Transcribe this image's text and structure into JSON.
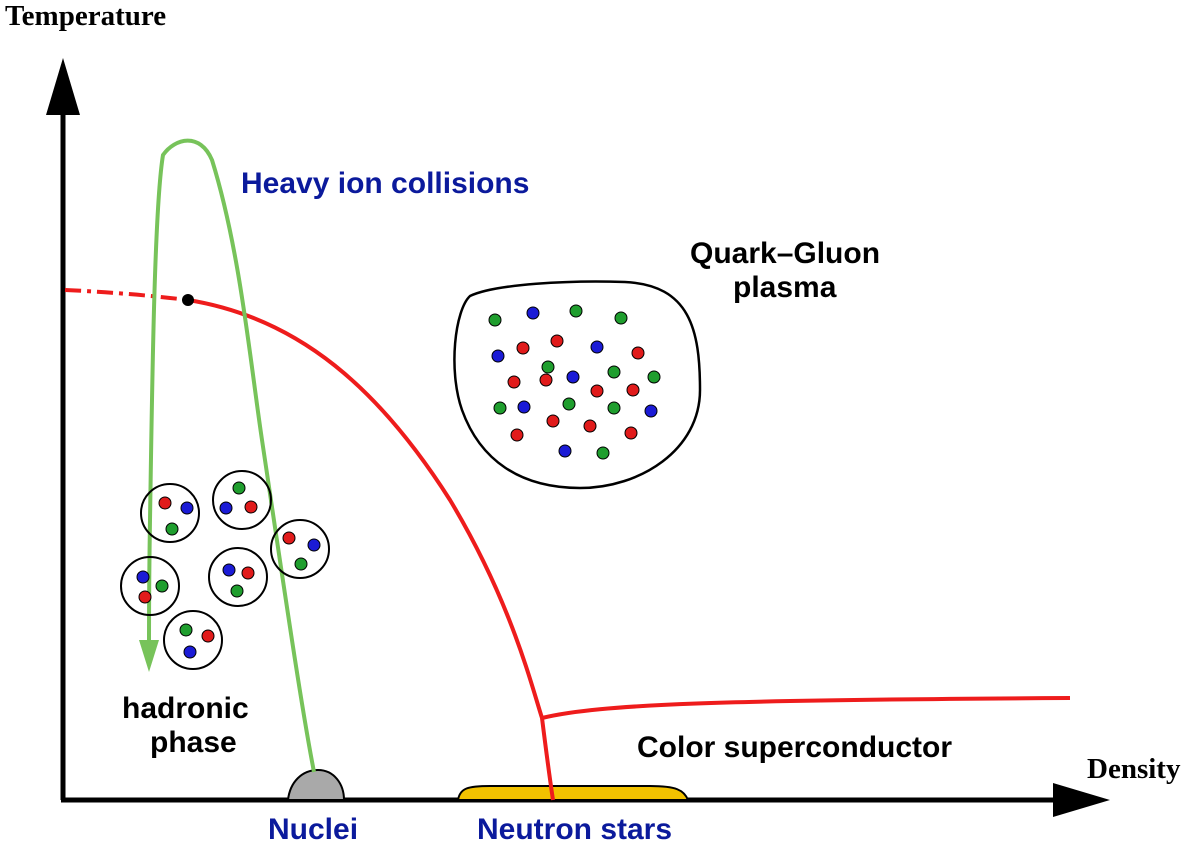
{
  "axes": {
    "y_label": "Temperature",
    "x_label": "Density"
  },
  "labels": {
    "heavy_ion": "Heavy ion collisions",
    "qgp_line1": "Quark–Gluon",
    "qgp_line2": "plasma",
    "hadronic_line1": "hadronic",
    "hadronic_line2": "phase",
    "color_sc": "Color superconductor",
    "nuclei": "Nuclei",
    "neutron_stars": "Neutron stars"
  },
  "colors": {
    "axis": "#000000",
    "phase_boundary": "#ee1c1c",
    "collision_path": "#77c35a",
    "label_blue": "#0b1a9c",
    "label_black": "#000000",
    "nuclei_fill": "#a9a9a9",
    "neutron_fill": "#f2c200",
    "quark_red": "#e11b1b",
    "quark_green": "#1f9e2e",
    "quark_blue": "#1b1bd6"
  }
}
